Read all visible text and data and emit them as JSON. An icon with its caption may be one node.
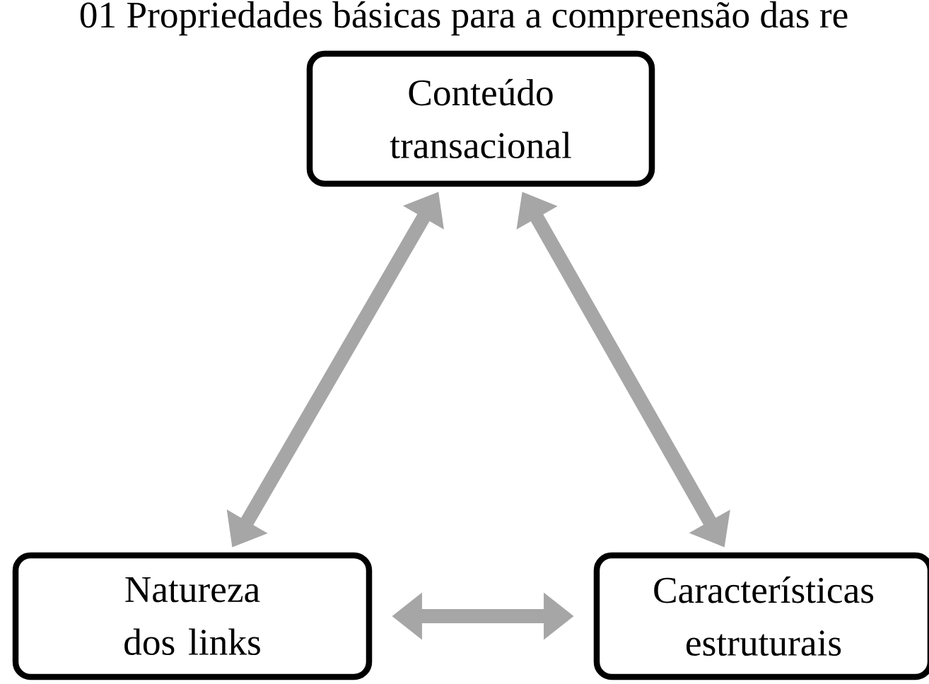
{
  "diagram": {
    "title": "01 Propriedades básicas para a compreensão das re",
    "nodes": [
      {
        "text": [
          "Conteúdo transacional"
        ]
      },
      {
        "text": [
          "Natureza dos links"
        ]
      },
      {
        "text": [
          "Características estruturais"
        ]
      }
    ],
    "edges": [
      {
        "from": 0,
        "to": 1,
        "arrow": "both"
      },
      {
        "from": 0,
        "to": 2,
        "arrow": "both"
      },
      {
        "from": 1,
        "to": 2,
        "arrow": "both"
      }
    ]
  }
}
